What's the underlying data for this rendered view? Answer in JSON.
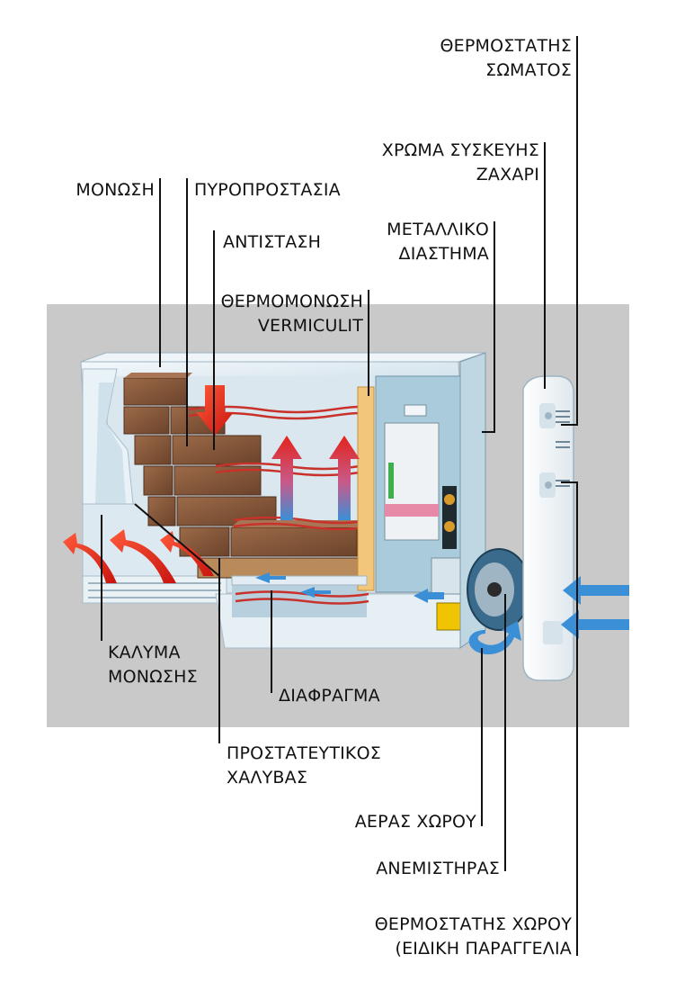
{
  "labels": {
    "body_thermostat": [
      "ΘΕΡΜΟΣΤΑΤΗΣ",
      "ΣΩΜΑΤΟΣ"
    ],
    "device_color": [
      "ΧΡΩΜΑ ΣΥΣΚΕΥΗΣ",
      "ΖΑΧΑΡΙ"
    ],
    "insulation": "ΜΟΝΩΣΗ",
    "fire_protection": "ΠΥΡΟΠΡΟΣΤΑΣΙΑ",
    "resistance": "ΑΝΤΙΣΤΑΣΗ",
    "metal_spacing": [
      "ΜΕΤΑΛΛΙΚΟ",
      "ΔΙΑΣΤΗΜΑ"
    ],
    "vermiculite": [
      "ΘΕΡΜΟΜΟΝΩΣΗ",
      "VERMICULIT"
    ],
    "insulation_cover": [
      "ΚΑΛΥΜΑ",
      "ΜΟΝΩΣΗΣ"
    ],
    "diaphragm": "ΔΙΑΦΡΑΓΜΑ",
    "protective_steel": [
      "ΠΡΟΣΤΑΤΕΥΤΙΚΟΣ",
      "ΧΑΛΥΒΑΣ"
    ],
    "room_air": "ΑΕΡΑΣ ΧΩΡΟΥ",
    "fan": "ΑΝΕΜΙΣΤΗΡΑΣ",
    "room_thermostat": [
      "ΘΕΡΜΟΣΤΑΤΗΣ ΧΩΡΟΥ",
      "(ΕΙΔΙΚΗ ΠΑΡΑΓΓΕΛΙΑ"
    ]
  },
  "colors": {
    "background_panel": "#c9c9c9",
    "casing": "#e4edf2",
    "casing_inner": "#c7dbe6",
    "brick": "#8a5a3c",
    "brick_dark": "#5e3a25",
    "heat_arrow": "#e3241b",
    "cool_arrow": "#3b8fd6",
    "vermiculite": "#f2c77c",
    "heater_coil": "#c8322b",
    "leader_line": "#111111"
  }
}
